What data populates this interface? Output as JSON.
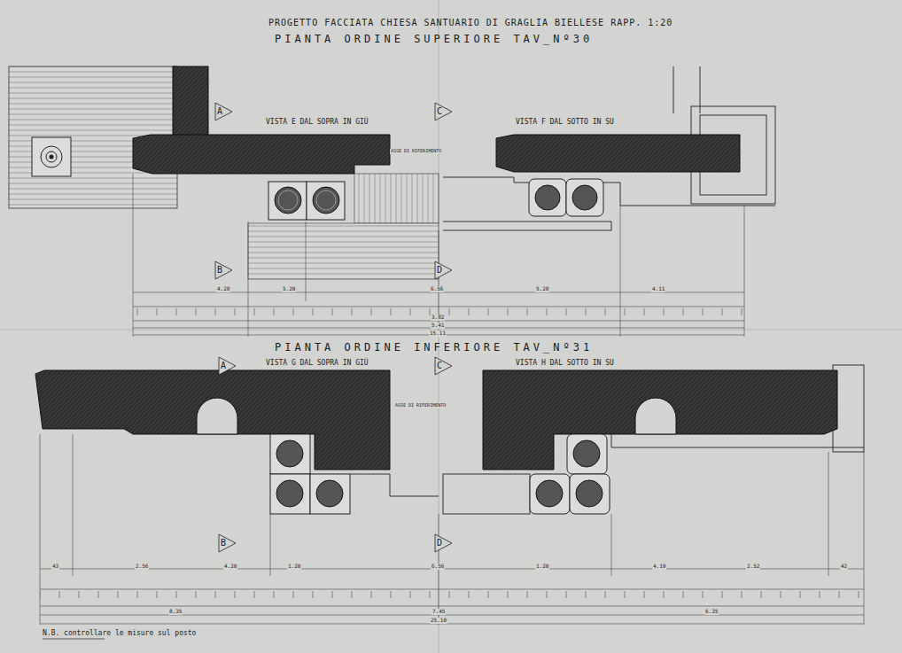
{
  "diagram": {
    "title": "PROGETTO FACCIATA CHIESA SANTUARIO DI GRAGLIA BIELLESE RAPP. 1:20",
    "labels": [
      "PIANTA ORDINE SUPERIORE TAV_Nº30",
      "VISTA E DAL SOPRA IN GIÙ",
      "VISTA F DAL SOTTO IN SU",
      "PIANTA ORDINE INFERIORE TAV_Nº31",
      "VISTA G DAL SOPRA IN GIÙ",
      "VISTA H DAL SOTTO IN SU",
      "A",
      "B",
      "C",
      "D",
      "A",
      "B",
      "C",
      "D",
      "ASSE DI RIFERIMENTO",
      "ASSE DI RIFERIMENTO",
      "N.B. controllare le misure sul posto",
      "4.20",
      "5.20",
      "6.56",
      "5.20",
      "4.11",
      "3.82",
      "5.41",
      "15.11",
      "43",
      "2.56",
      "4.20",
      "1.20",
      "6.56",
      "1.20",
      "4.19",
      "2.52",
      "42",
      "8.35",
      "7.45",
      "25.10",
      "6.35"
    ]
  }
}
